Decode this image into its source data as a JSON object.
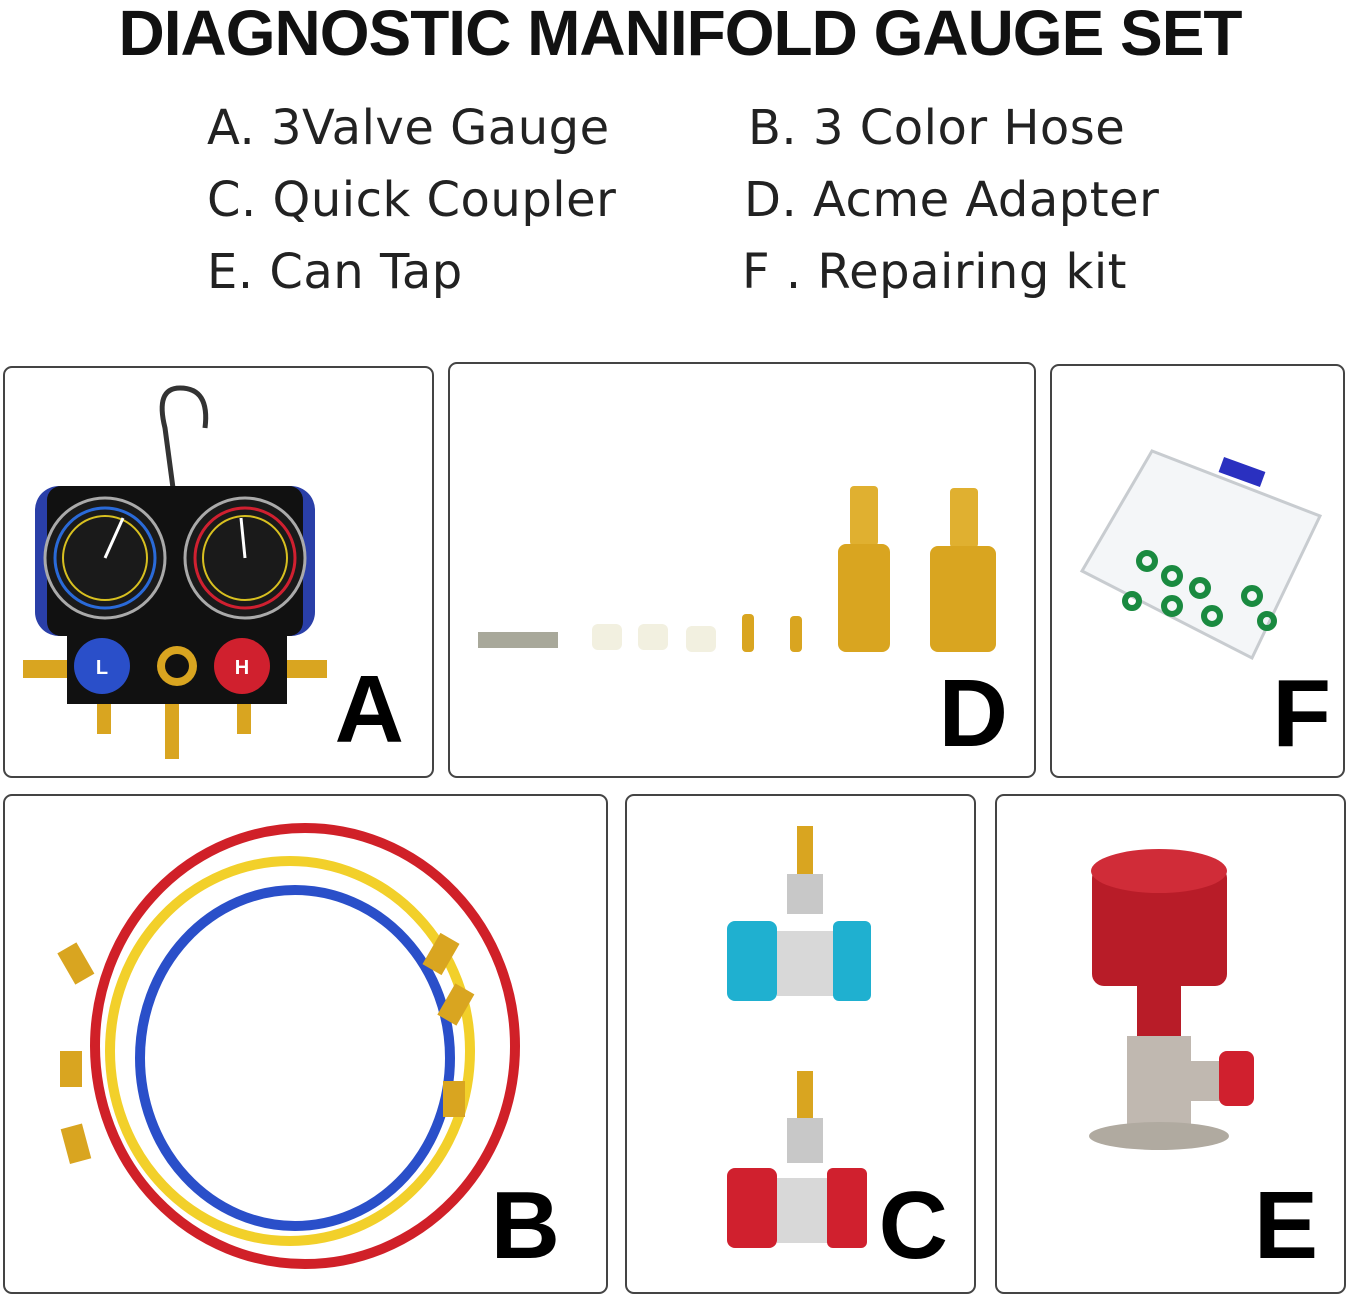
{
  "title": "DIAGNOSTIC MANIFOLD GAUGE SET",
  "items": [
    {
      "text": "A. 3Valve Gauge"
    },
    {
      "text": "B. 3 Color Hose"
    },
    {
      "text": "C. Quick Coupler"
    },
    {
      "text": "D. Acme Adapter"
    },
    {
      "text": "E. Can Tap"
    },
    {
      "text": "F . Repairing kit"
    }
  ],
  "panels": {
    "a": {
      "letter": "A"
    },
    "d": {
      "letter": "D"
    },
    "f": {
      "letter": "F"
    },
    "b": {
      "letter": "B"
    },
    "c": {
      "letter": "C"
    },
    "e": {
      "letter": "E"
    }
  },
  "colors": {
    "low_side": "#2a4fc9",
    "high_side": "#d0202e",
    "brass": "#d9a520",
    "hose_yellow": "#f2d02a",
    "coupler_blue": "#1fb0d0"
  }
}
